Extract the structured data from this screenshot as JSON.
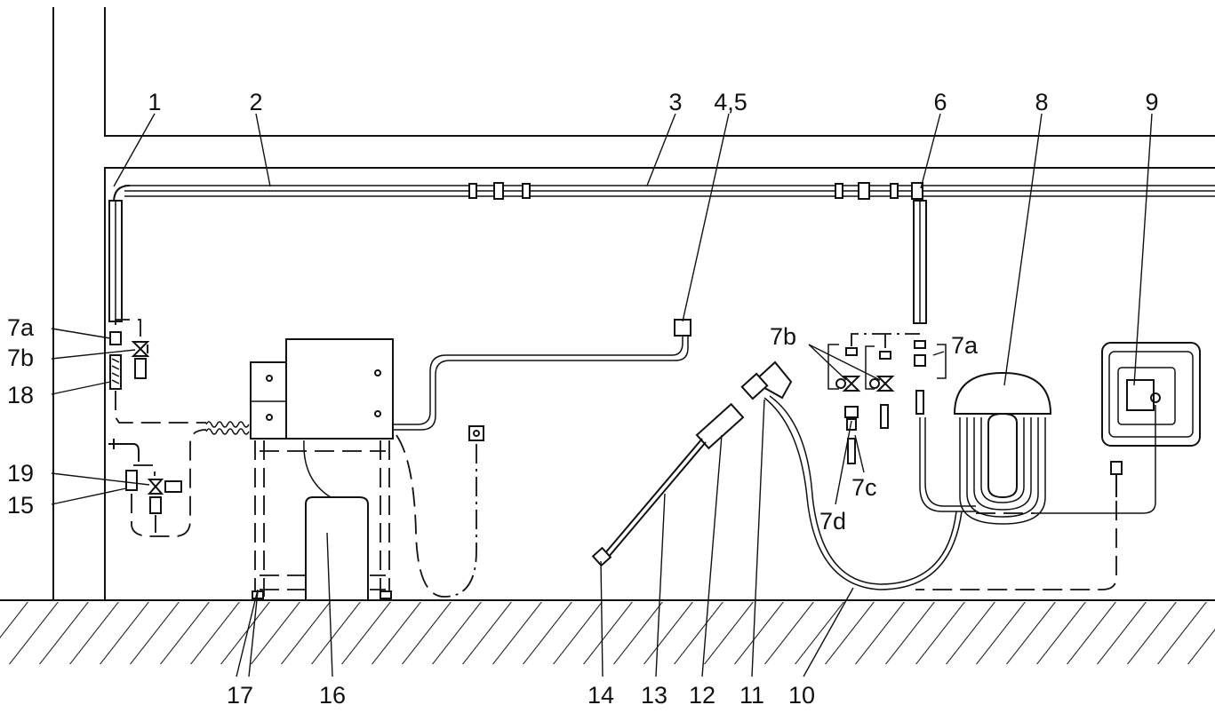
{
  "diagram": {
    "callouts": [
      {
        "id": "c1",
        "text": "1"
      },
      {
        "id": "c2",
        "text": "2"
      },
      {
        "id": "c3",
        "text": "3"
      },
      {
        "id": "c45",
        "text": "4,5"
      },
      {
        "id": "c6",
        "text": "6"
      },
      {
        "id": "c8",
        "text": "8"
      },
      {
        "id": "c9",
        "text": "9"
      },
      {
        "id": "c7a-left",
        "text": "7a"
      },
      {
        "id": "c7b-left",
        "text": "7b"
      },
      {
        "id": "c18",
        "text": "18"
      },
      {
        "id": "c19",
        "text": "19"
      },
      {
        "id": "c15",
        "text": "15"
      },
      {
        "id": "c7b-right",
        "text": "7b"
      },
      {
        "id": "c7a-right",
        "text": "7a"
      },
      {
        "id": "c7c",
        "text": "7c"
      },
      {
        "id": "c7d",
        "text": "7d"
      },
      {
        "id": "c17",
        "text": "17"
      },
      {
        "id": "c16",
        "text": "16"
      },
      {
        "id": "c14",
        "text": "14"
      },
      {
        "id": "c13",
        "text": "13"
      },
      {
        "id": "c12",
        "text": "12"
      },
      {
        "id": "c11",
        "text": "11"
      },
      {
        "id": "c10",
        "text": "10"
      }
    ]
  }
}
